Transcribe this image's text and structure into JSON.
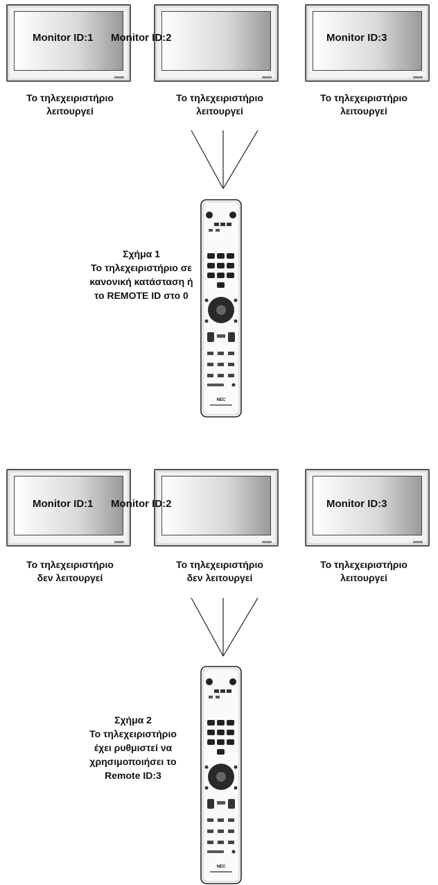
{
  "figure1": {
    "monitors": [
      {
        "id_label": "Monitor ID:1",
        "status_line1": "Το τηλεχειριστήριο",
        "status_line2": "λειτουργεί"
      },
      {
        "id_label": "Monitor ID:2",
        "status_line1": "Το τηλεχειριστήριο",
        "status_line2": "λειτουργεί"
      },
      {
        "id_label": "Monitor ID:3",
        "status_line1": "Το τηλεχειριστήριο",
        "status_line2": "λειτουργεί"
      }
    ],
    "caption": [
      "Σχήμα 1",
      "Το τηλεχειριστήριο σε",
      "κανονική κατάσταση ή",
      "το REMOTE ID στο 0"
    ]
  },
  "figure2": {
    "monitors": [
      {
        "id_label": "Monitor ID:1",
        "status_line1": "Το τηλεχειριστήριο",
        "status_line2": "δεν λειτουργεί"
      },
      {
        "id_label": "Monitor ID:2",
        "status_line1": "Το τηλεχειριστήριο",
        "status_line2": "δεν λειτουργεί"
      },
      {
        "id_label": "Monitor ID:3",
        "status_line1": "Το τηλεχειριστήριο",
        "status_line2": "λειτουργεί"
      }
    ],
    "caption": [
      "Σχήμα 2",
      "Το τηλεχειριστήριο",
      "έχει ρυθμιστεί να",
      "χρησιμοποιήσει το",
      "Remote ID:3"
    ]
  },
  "remote": {
    "brand": "NEC"
  },
  "colors": {
    "line": "#333333",
    "bezel": "#555555"
  }
}
